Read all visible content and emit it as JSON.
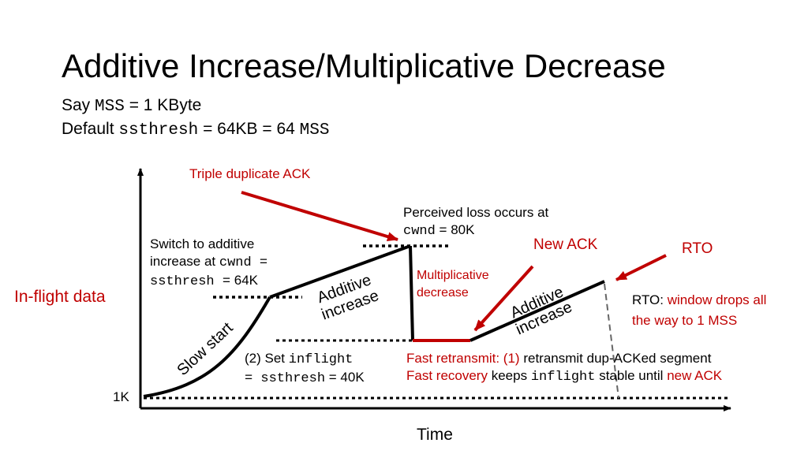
{
  "title": "Additive Increase/Multiplicative Decrease",
  "subtitle": {
    "line1": {
      "prefix": "Say",
      "code": "MSS",
      "suffix": "= 1 KByte"
    },
    "line2": {
      "prefix": "Default",
      "code": "ssthresh",
      "middle": "= 64KB = 64",
      "code2": "MSS"
    }
  },
  "axes": {
    "y_label": "In-flight data",
    "x_label": "Time",
    "y_tick": "1K"
  },
  "labels": {
    "triple_dup_ack": "Triple duplicate ACK",
    "perceived_loss": {
      "line1": "Perceived loss occurs at",
      "code": "cwnd",
      "value": "= 80K"
    },
    "switch_additive": {
      "line1": "Switch to additive",
      "line2_text": "increase at",
      "code1": "cwnd =",
      "code2": "ssthresh =",
      "value": "64K"
    },
    "new_ack": "New ACK",
    "rto": "RTO",
    "multiplicative_decrease": {
      "line1": "Multiplicative",
      "line2": "decrease"
    },
    "additive_increase_1": {
      "line1": "Additive",
      "line2": "increase"
    },
    "additive_increase_2": {
      "line1": "Additive",
      "line2": "increase"
    },
    "slow_start": "Slow start",
    "rto_note": {
      "prefix": "RTO:",
      "red1": "window drops all",
      "red2": "the way to 1 MSS"
    },
    "set_inflight": {
      "prefix": "(2) Set",
      "code1": "inflight",
      "code2": "= ssthresh",
      "suffix": "= 40K"
    },
    "fast_retransmit": {
      "red": "Fast retransmit: (1)",
      "black": "retransmit dup-ACKed segment"
    },
    "fast_recovery": {
      "red": "Fast recovery",
      "black1": "keeps",
      "code": "inflight",
      "black2": "stable until",
      "red2": "new ACK"
    }
  },
  "colors": {
    "accent": "#c00000",
    "line": "#000000",
    "rto_dash": "#666666"
  }
}
